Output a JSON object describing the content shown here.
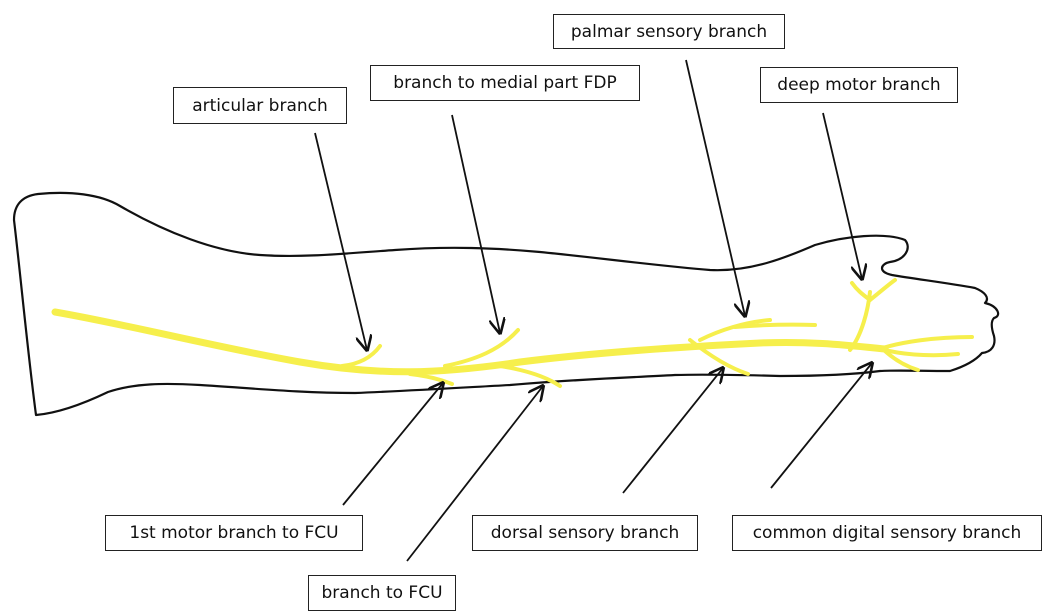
{
  "colors": {
    "nerve": "#f6ef4c",
    "outline": "#111111",
    "arrow": "#111111",
    "background": "#ffffff"
  },
  "labels": {
    "palmar_sensory_branch": "palmar sensory branch",
    "branch_to_medial_fdp": "branch to medial part FDP",
    "articular_branch": "articular branch",
    "deep_motor_branch": "deep motor branch",
    "first_motor_branch_fcu": "1st motor branch to FCU",
    "dorsal_sensory_branch": "dorsal sensory branch",
    "common_digital_sensory_branch": "common digital sensory branch",
    "branch_to_fcu": "branch to FCU"
  }
}
